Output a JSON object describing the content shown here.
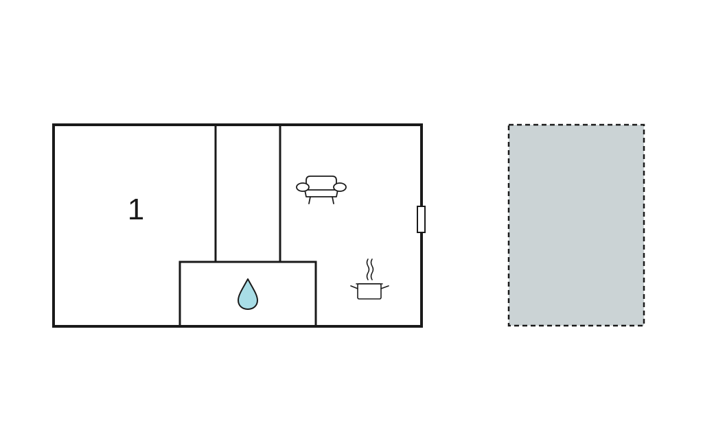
{
  "floor_plan": {
    "rooms": [
      {
        "id": "bedroom",
        "label": "1"
      },
      {
        "id": "hallway",
        "label": ""
      },
      {
        "id": "bathroom",
        "label": ""
      },
      {
        "id": "living-kitchen",
        "label": ""
      }
    ],
    "icons": [
      {
        "name": "sofa-icon",
        "room": "living-kitchen"
      },
      {
        "name": "water-drop-icon",
        "room": "bathroom"
      },
      {
        "name": "cooking-pot-icon",
        "room": "living-kitchen"
      },
      {
        "name": "window-icon",
        "room": "living-kitchen"
      }
    ],
    "terrace": {
      "style": "dashed"
    }
  },
  "colors": {
    "wall": "#1a1a1a",
    "terrace_fill": "#cbd3d5",
    "water_drop": "#a8dde6",
    "background": "#ffffff"
  }
}
